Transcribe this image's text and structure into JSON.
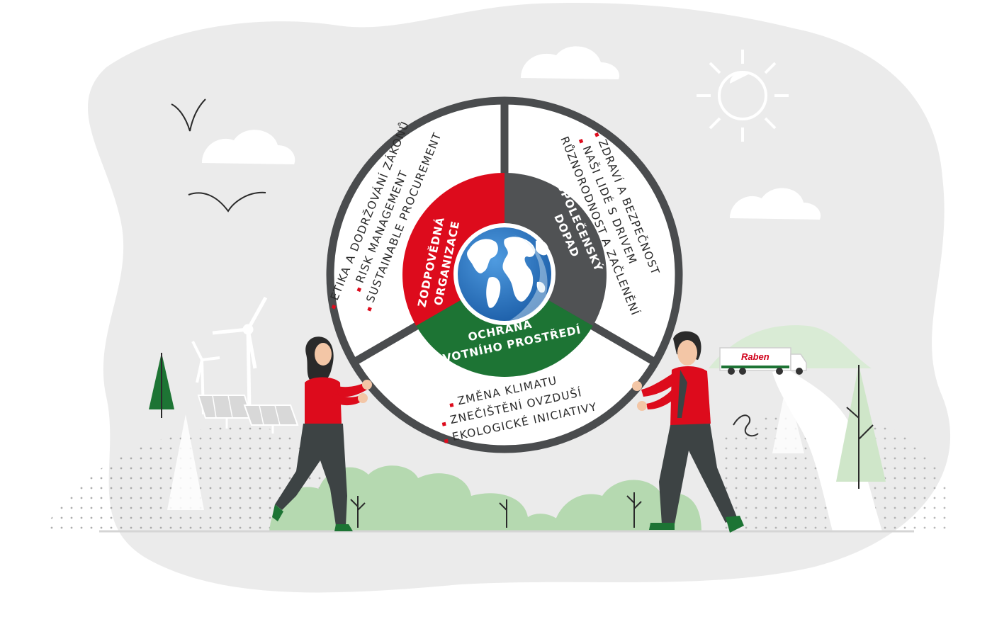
{
  "colors": {
    "red": "#dd0b1c",
    "dark_gray": "#505254",
    "green": "#1d7434",
    "rim": "#4a4c4e",
    "background_blob": "#ebebeb",
    "light_green": "#b5d9b0",
    "ocean_blue": "#2b78c4"
  },
  "segments": {
    "left": {
      "core_lines": [
        "ZODPOVĚDNÁ",
        "ORGANIZACE"
      ],
      "items": [
        "ETIKA A DODRŽOVÁNÍ ZÁKONŮ",
        "RISK MANAGEMENT",
        "SUSTAINABLE PROCUREMENT"
      ]
    },
    "right": {
      "core_lines": [
        "SPOLEČENSKÝ",
        "DOPAD"
      ],
      "items": [
        "ZDRAVÍ A BEZPEČNOST",
        "NAŠI LIDÉ S DRIVEM",
        "RŮZNORODNOST A ZAČLENĚNÍ"
      ]
    },
    "bottom": {
      "core_lines": [
        "OCHRANA",
        "ŽIVOTNÍHO PROSTŘEDÍ"
      ],
      "items": [
        "ZMĚNA KLIMATU",
        "ZNEČIŠTĚNÍ OVZDUŠÍ",
        "EKOLOGICKÉ INICIATIVY"
      ]
    }
  },
  "truck": {
    "brand": "Raben"
  },
  "icons": [
    "globe-icon",
    "sun-icon",
    "bird-icon",
    "wind-turbine-icon",
    "solar-panel-icon",
    "truck-icon",
    "tree-icon",
    "cloud-icon"
  ]
}
